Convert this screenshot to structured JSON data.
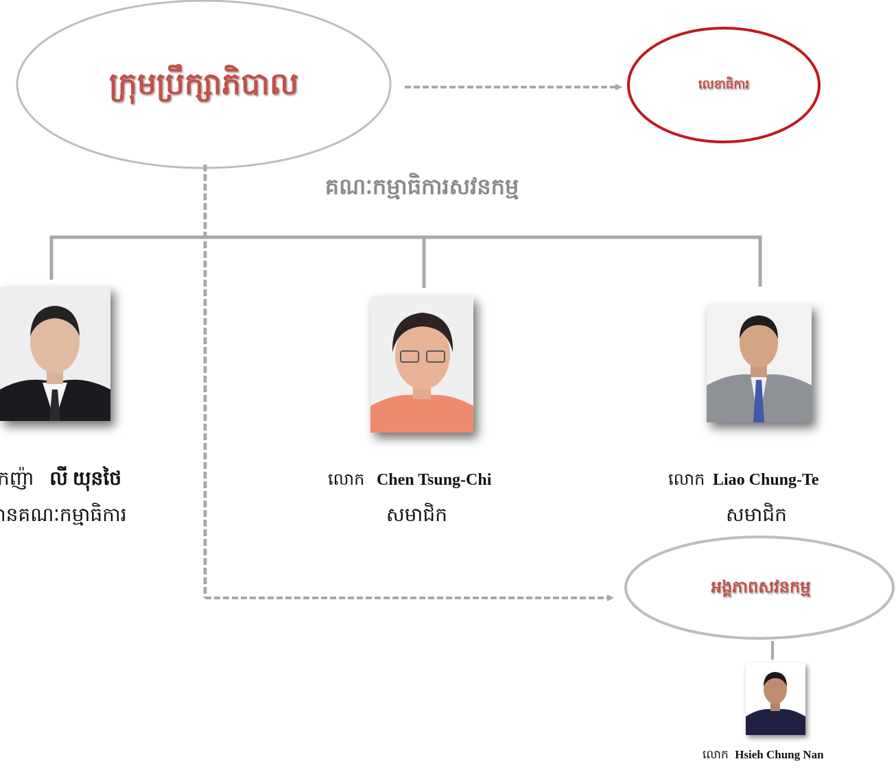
{
  "board": {
    "title": "ក្រុមប្រឹក្សាភិបាល",
    "color": "#c1514a"
  },
  "secretariat": {
    "title": "លេខាធិការ",
    "color": "#c1514a",
    "border_color": "#c0191f"
  },
  "committee": {
    "title": "គណៈកម្មាធិការសវនកម្ម",
    "color": "#8a8a8a"
  },
  "audit_unit": {
    "title": "អង្គភាពសវនកម្ម",
    "color": "#c1514a"
  },
  "members": [
    {
      "prefix": "កញ៉ា",
      "name": "លី យុនថៃ",
      "role": "ធានគណៈកម្មាធិការ"
    },
    {
      "prefix": "លោក",
      "name": "Chen Tsung-Chi",
      "role": "សមាជិក"
    },
    {
      "prefix": "លោក",
      "name": "Liao Chung-Te",
      "role": "សមាជិក"
    }
  ],
  "auditor": {
    "prefix": "លោក",
    "name": "Hsieh Chung Nan"
  },
  "colors": {
    "connector": "#a8a8a8",
    "ellipse_border": "#bdbdbd"
  }
}
